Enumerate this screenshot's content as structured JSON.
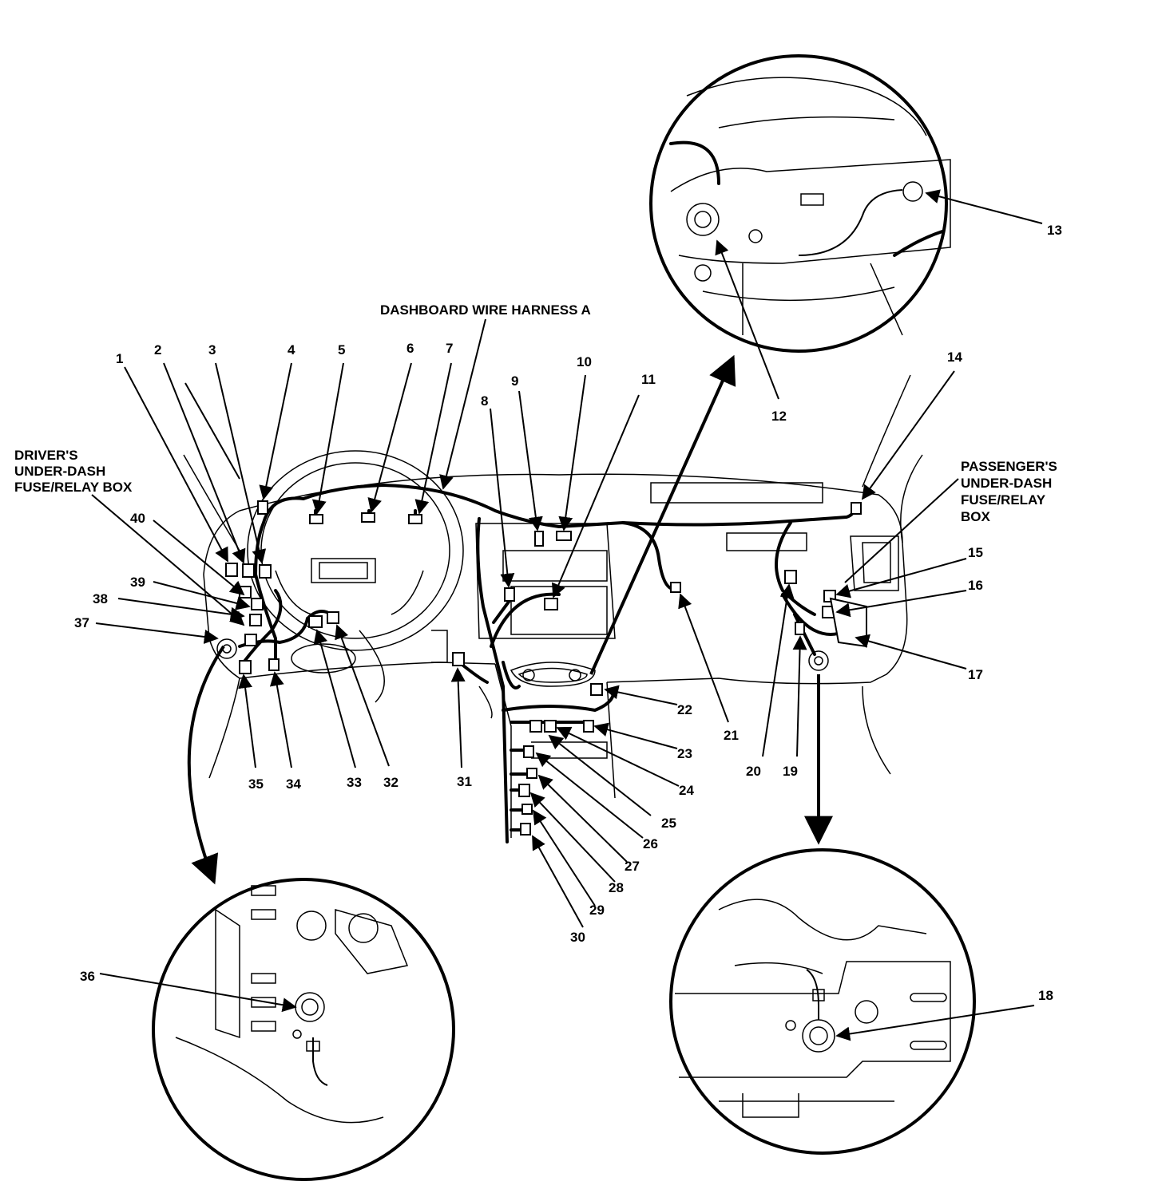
{
  "labels": {
    "harness": "DASHBOARD WIRE HARNESS A",
    "driver_box": [
      "DRIVER'S",
      "UNDER-DASH",
      "FUSE/RELAY BOX"
    ],
    "passenger_box": [
      "PASSENGER'S",
      "UNDER-DASH",
      "FUSE/RELAY",
      "BOX"
    ]
  },
  "callouts": [
    "1",
    "2",
    "3",
    "4",
    "5",
    "6",
    "7",
    "8",
    "9",
    "10",
    "11",
    "12",
    "13",
    "14",
    "15",
    "16",
    "17",
    "18",
    "19",
    "20",
    "21",
    "22",
    "23",
    "24",
    "25",
    "26",
    "27",
    "28",
    "29",
    "30",
    "31",
    "32",
    "33",
    "34",
    "35",
    "36",
    "37",
    "38",
    "39",
    "40"
  ]
}
